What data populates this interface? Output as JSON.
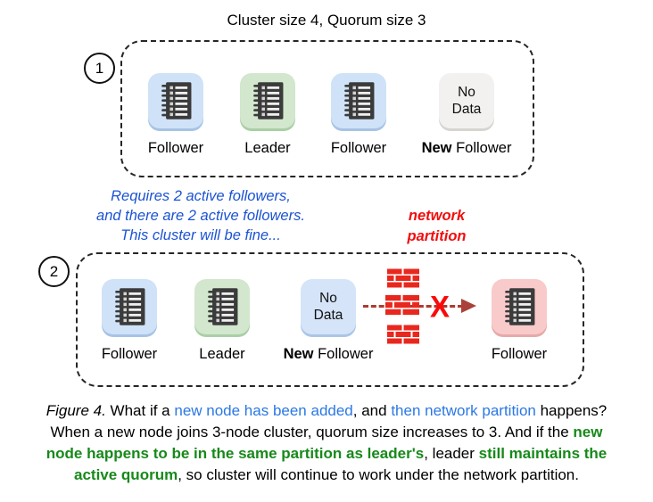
{
  "title": "Cluster size 4, Quorum size 3",
  "icons": {
    "notebook": "spiral-notebook-icon",
    "bricks": "brick-wall-icon",
    "x": "x-mark-icon",
    "arrow": "dashed-arrow-icon"
  },
  "colors": {
    "node_blue": "#cfe2f7",
    "node_green": "#d2e7cd",
    "node_gray": "#f2f1ef",
    "node_pink": "#f9caca",
    "icon_dark": "#3b3b3b",
    "annotation_blue": "#1b53d3",
    "annotation_red": "#f20d0d",
    "caption_blue": "#2b78e4",
    "caption_green": "#17891a",
    "brick_red": "#e8281e",
    "arrow_red": "#a8423a"
  },
  "panel1": {
    "badge": "1",
    "nodes": [
      {
        "label": "Follower"
      },
      {
        "label": "Leader"
      },
      {
        "label": "Follower"
      },
      {
        "box_line1": "No",
        "box_line2": "Data",
        "label_bold": "New",
        "label_rest": " Follower"
      }
    ]
  },
  "annotation_blue": {
    "lines": [
      "Requires 2 active followers,",
      "and there are 2 active followers.",
      "This cluster will be fine..."
    ]
  },
  "annotation_red": {
    "lines": [
      "network",
      "partition"
    ]
  },
  "panel2": {
    "badge": "2",
    "nodes": [
      {
        "label": "Follower"
      },
      {
        "label": "Leader"
      },
      {
        "box_line1": "No",
        "box_line2": "Data",
        "label_bold": "New",
        "label_rest": " Follower"
      },
      {
        "label": "Follower"
      }
    ],
    "partition": {
      "x_mark": "X"
    }
  },
  "caption": {
    "segments": [
      {
        "text": "Figure 4."
      },
      {
        "text": " What if a "
      },
      {
        "text": "new node has been added"
      },
      {
        "text": ", and "
      },
      {
        "text": "then network partition"
      },
      {
        "text": " happens? When a new node joins 3-node cluster, quorum size increases to 3. And if the "
      },
      {
        "text": "new node happens to be in the same partition as leader's"
      },
      {
        "text": ", leader "
      },
      {
        "text": "still maintains the active quorum"
      },
      {
        "text": ", so cluster will continue to work under the network partition."
      }
    ]
  }
}
